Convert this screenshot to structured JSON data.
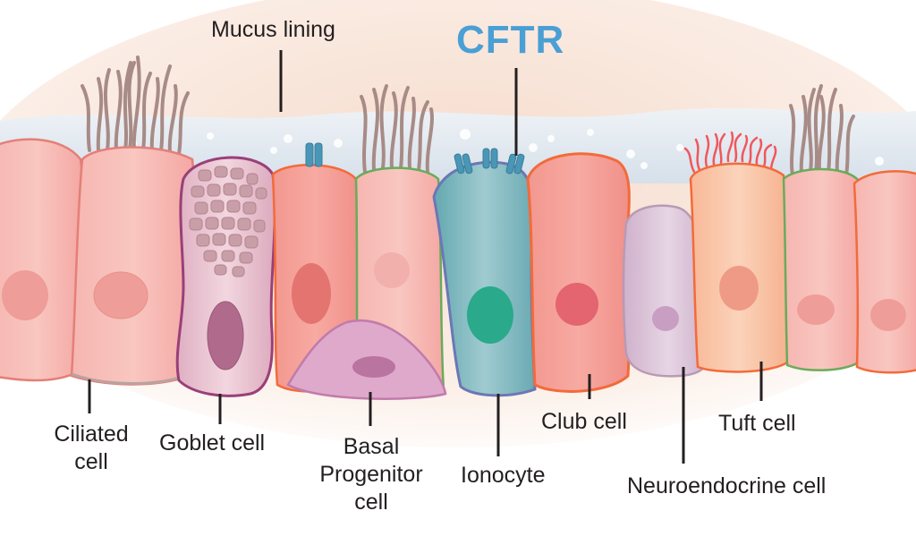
{
  "labels": {
    "mucus": "Mucus lining",
    "cftr": "CFTR",
    "ciliated": [
      "Ciliated",
      "cell"
    ],
    "goblet": "Goblet cell",
    "basal": [
      "Basal",
      "Progenitor",
      "cell"
    ],
    "ionocyte": "Ionocyte",
    "club": "Club cell",
    "tuft": "Tuft cell",
    "neuroendocrine": "Neuroendocrine cell"
  },
  "colors": {
    "mucus": "#dfe6ee",
    "background_glow": "#f6dccd",
    "cell_pink": "#f4a7a3",
    "ciliated_outline": "#e47f78",
    "goblet_outline": "#9a3f78",
    "goblet_fill": "#e8c4d0",
    "ionocyte_fill": "#7bb8bd",
    "ionocyte_outline": "#6c77b4",
    "ionocyte_nucleus": "#2aa98b",
    "club_outline": "#f26b3a",
    "tuft_fill": "#f9c8aa",
    "tuft_cilia": "#f0575d",
    "neuroendocrine_fill": "#dcc6d9",
    "basal_fill": "#d9a2c6",
    "cilia": "#a88b86",
    "cftr_channel": "#4a96b6",
    "cftr_label": "#4a9fd5",
    "leader_line": "#231f20"
  }
}
